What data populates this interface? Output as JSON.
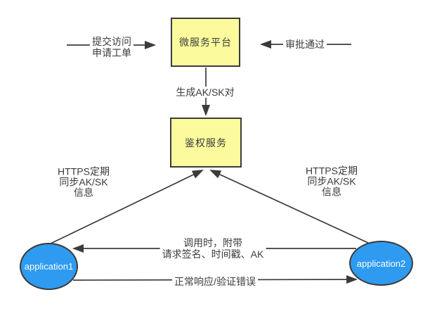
{
  "diagram": {
    "type": "flow-diagram",
    "colors": {
      "line": "#3b3b3b",
      "box_fill": "#fbfb9e",
      "ellipse_fill": "#2e9bf0",
      "label_text": "#3b3b3b",
      "ellipse_text": "#ffffff",
      "background": "#ffffff"
    },
    "nodes": {
      "microservice_platform": {
        "label": "微服务平台",
        "shape": "rect"
      },
      "auth_service": {
        "label": "鉴权服务",
        "shape": "rect"
      },
      "application1": {
        "label": "application1",
        "shape": "ellipse"
      },
      "application2": {
        "label": "application2",
        "shape": "ellipse"
      }
    },
    "edges": {
      "submit": {
        "label": "提交访问\n申请工单",
        "to": "microservice_platform"
      },
      "approve": {
        "label": "审批通过",
        "to": "microservice_platform"
      },
      "generate": {
        "label": "生成AK/SK对",
        "from": "microservice_platform",
        "to": "auth_service"
      },
      "sync_left": {
        "label": "HTTPS定期\n同步AK/SK\n信息",
        "from": "application1",
        "to": "auth_service"
      },
      "sync_right": {
        "label": "HTTPS定期\n同步AK/SK\n信息",
        "from": "application2",
        "to": "auth_service"
      },
      "call": {
        "label": "调用时，附带\n请求签名、时间戳、AK",
        "from": "application2",
        "to": "application1"
      },
      "response": {
        "label": "正常响应/验证错误",
        "from": "application1",
        "to": "application2"
      }
    }
  }
}
